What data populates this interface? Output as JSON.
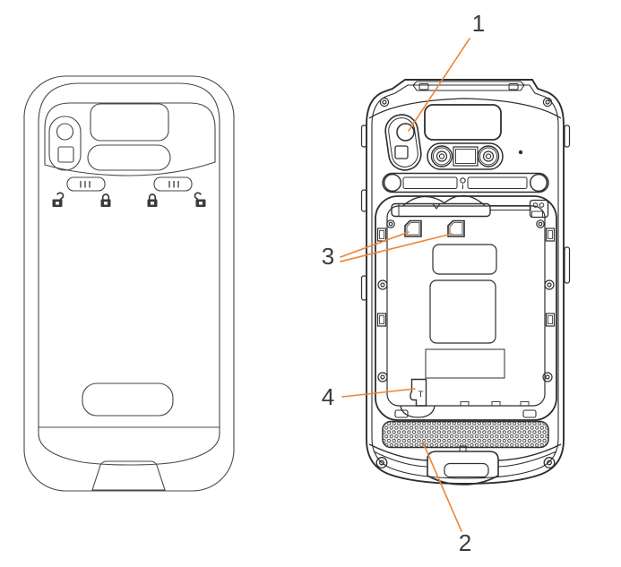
{
  "figure": {
    "background_color": "#ffffff",
    "outline_color": "#474747",
    "detail_color": "#2f2f2f",
    "callout_color": "#ee8434",
    "label_color": "#3b3b3b",
    "microsd_marking": "T",
    "devices": [
      {
        "id": "back-cover-installed"
      },
      {
        "id": "back-cover-removed"
      }
    ],
    "callouts": [
      {
        "label": "1",
        "target": "rear-camera"
      },
      {
        "label": "2",
        "target": "speaker"
      },
      {
        "label": "3",
        "target": "sim-card-slots"
      },
      {
        "label": "4",
        "target": "microsd-card-slot"
      }
    ]
  }
}
